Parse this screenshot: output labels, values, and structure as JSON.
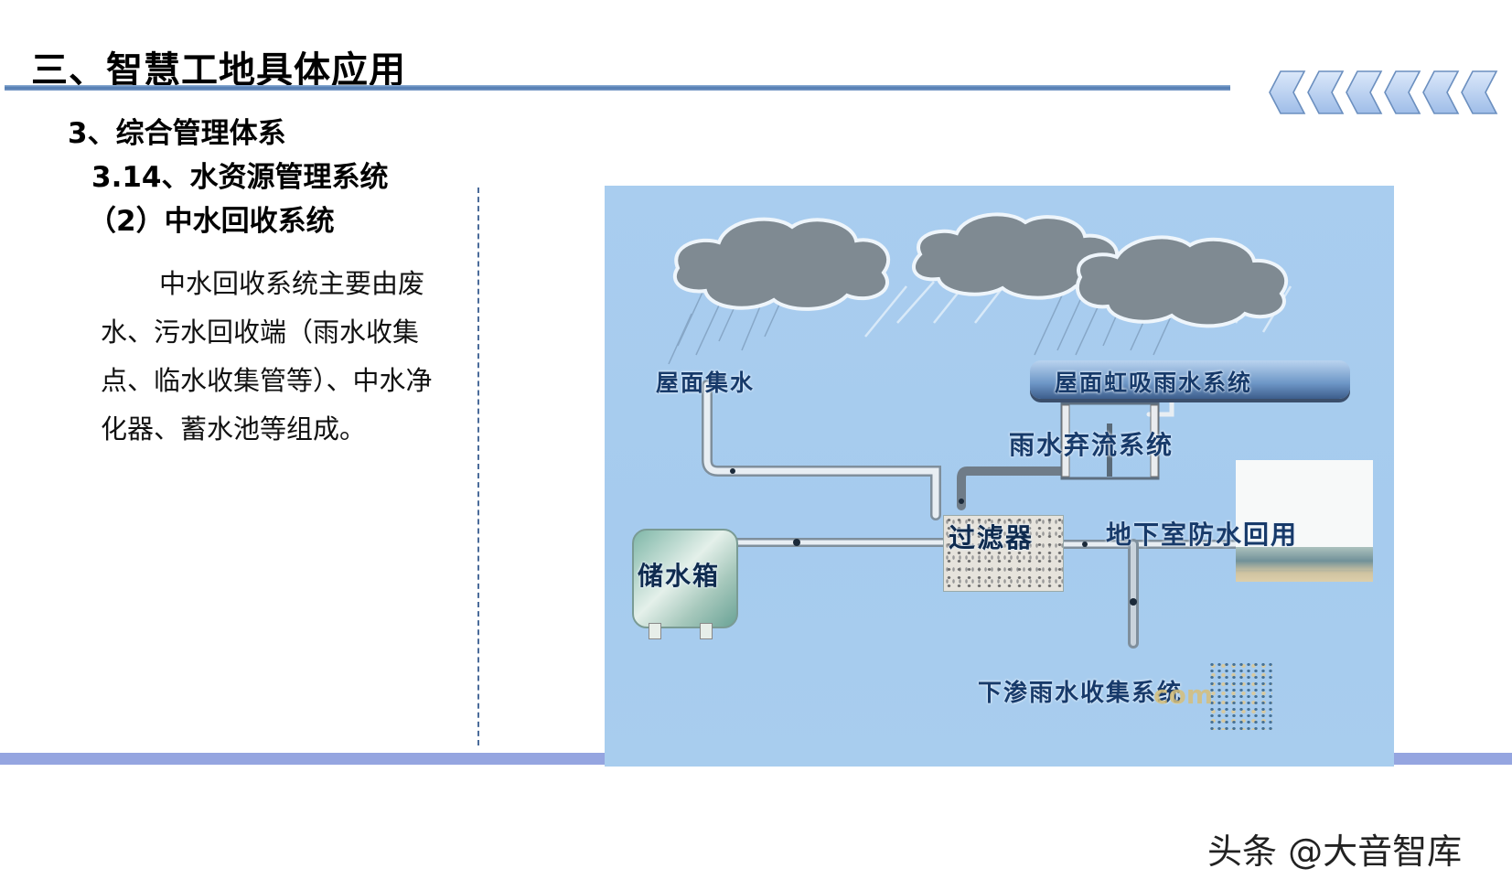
{
  "header": {
    "title": "三、智慧工地具体应用"
  },
  "section": {
    "level1": "3、综合管理体系",
    "level2": "3.14、水资源管理系统",
    "level3": "（2）中水回收系统"
  },
  "body": {
    "paragraph": "中水回收系统主要由废水、污水回收端（雨水收集点、临水收集管等）、中水净化器、蓄水池等组成。"
  },
  "diagram": {
    "labels": {
      "roof_collection": "屋面集水",
      "roof_siphon": "屋面虹吸雨水系统",
      "rain_diversion": "雨水弃流系统",
      "basement_reuse": "地下室防水回用",
      "filter": "过滤器",
      "storage_tank": "储水箱",
      "infiltration": "下渗雨水收集系统"
    },
    "image_watermark": "com",
    "colors": {
      "sky": "#a8cdee",
      "cloud": "#7f8a92",
      "label": "#173a6a",
      "pipe": "#e6ecf1"
    }
  },
  "footer": {
    "watermark": "头条 @大音智库"
  },
  "theme": {
    "header_rule": "#4f79b0",
    "bottom_band": "#95a5e0",
    "chevron_fill": "#bcd3f3",
    "chevron_stroke": "#6b8fbf",
    "divider": "#4a6b9a"
  }
}
